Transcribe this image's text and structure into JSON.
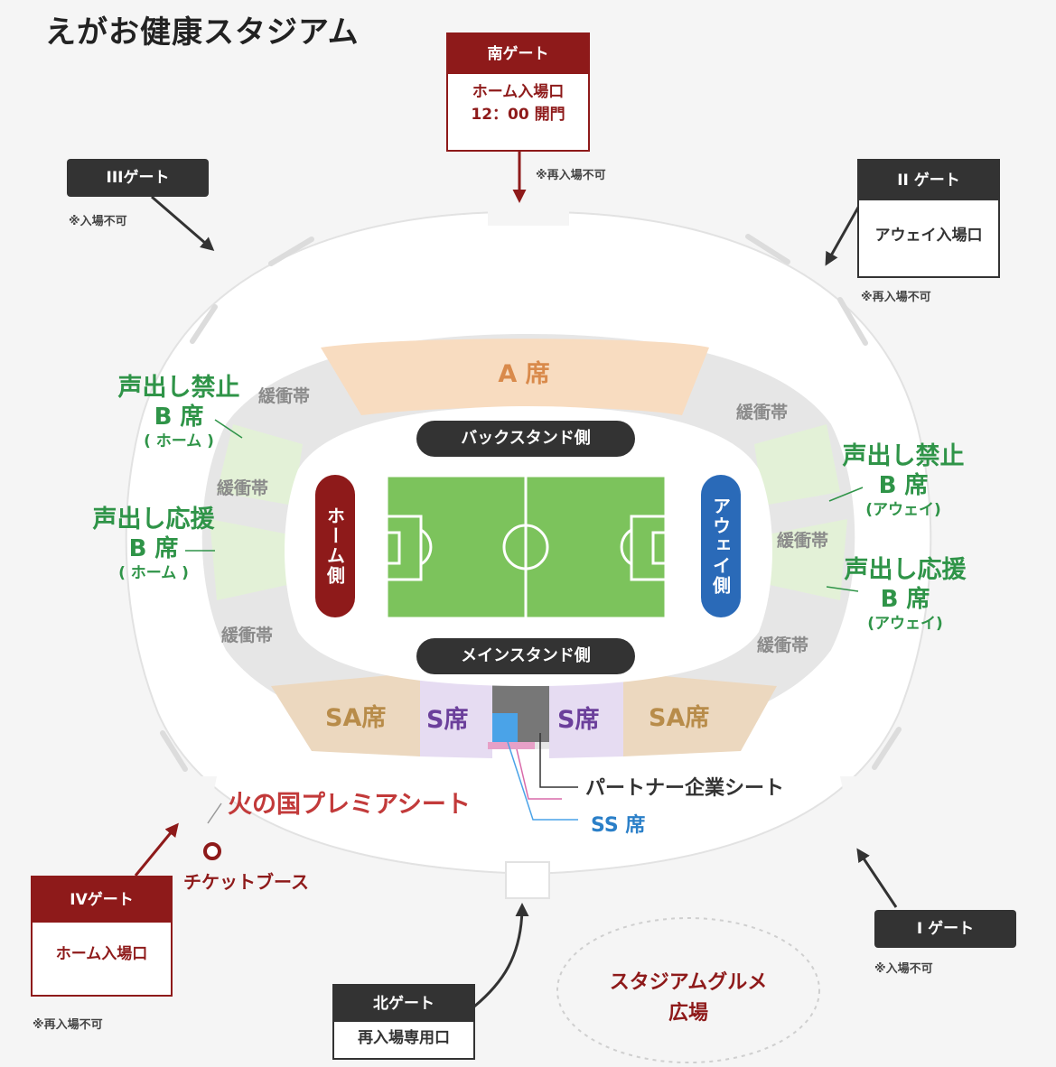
{
  "title": "えがお健康スタジアム",
  "gates": {
    "south": {
      "name": "南ゲート",
      "line1": "ホーム入場口",
      "line2": "12：00 開門",
      "note": "※再入場不可"
    },
    "gate3": {
      "name": "IIIゲート",
      "note": "※入場不可"
    },
    "gate2": {
      "name": "II ゲート",
      "body": "アウェイ入場口",
      "note": "※再入場不可"
    },
    "gate4": {
      "name": "IVゲート",
      "body": "ホーム入場口",
      "note": "※再入場不可"
    },
    "gate1": {
      "name": "I ゲート",
      "note": "※入場不可"
    },
    "north": {
      "name": "北ゲート",
      "body": "再入場専用口"
    }
  },
  "seats": {
    "a": "A 席",
    "sa_left": "SA席",
    "sa_right": "SA席",
    "s_left": "S席",
    "s_right": "S席",
    "buffer": "緩衝帯",
    "b_silent_home": [
      "声出し禁止",
      "B 席",
      "( ホーム )"
    ],
    "b_cheer_home": [
      "声出し応援",
      "B 席",
      "( ホーム )"
    ],
    "b_silent_away": [
      "声出し禁止",
      "B 席",
      "(アウェイ)"
    ],
    "b_cheer_away": [
      "声出し応援",
      "B 席",
      "(アウェイ)"
    ]
  },
  "stands": {
    "back": "バックスタンド側",
    "main": "メインスタンド側",
    "home": "ホーム側",
    "away": "アウェイ側"
  },
  "labels": {
    "premier": "火の国プレミアシート",
    "partner": "パートナー企業シート",
    "ss": "SS 席",
    "ticket": "チケットブース",
    "gourmet_1": "スタジアムグルメ",
    "gourmet_2": "広場"
  },
  "colors": {
    "home_red": "#8e1a1a",
    "away_blue": "#2a6ab8",
    "pitch": "#7cc35c",
    "a_seat": "#f8dcc0",
    "sa_seat": "#ecd8bf",
    "s_seat": "#e6dcf2",
    "b_seat": "#e3f1d7",
    "buffer": "#e6e6e6",
    "partner": "#777777",
    "ss": "#4aa3e8"
  }
}
